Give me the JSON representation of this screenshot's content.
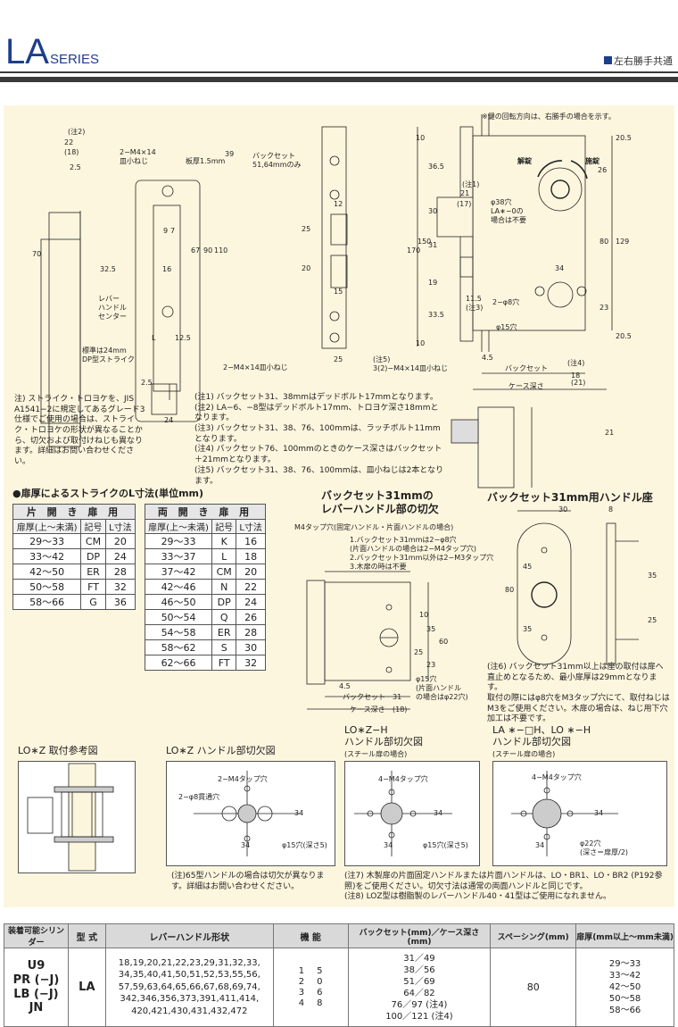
{
  "header": {
    "series_main": "LA",
    "series_suffix": "SERIES",
    "right_label": "左右勝手共通"
  },
  "top_note": "※鍵の回転方向は、右勝手の場合を示す。",
  "drawing_labels": {
    "screw": "2−M4×14\n皿小ねじ",
    "plate": "板厚1.5mm",
    "lever_center": "レバー\nハンドル\nセンター",
    "strike_std": "標準は24mm\nDP型ストライク",
    "backset_note": "バックセット\n51,64mmのみ",
    "bottom_screw": "2−M4×14皿小ねじ",
    "note5_screw": "(注5)\n3(2)−M4×14皿小ねじ",
    "unlock": "解錠",
    "lock": "施錠",
    "cyl_hole": "φ38穴\nLA∗−0の\n場合は不要",
    "hole8": "2−φ8穴",
    "hole15": "φ15穴",
    "backset": "バックセット",
    "case_depth": "ケース深さ",
    "note1_ref": "(注1)",
    "note3_ref": "(注3)",
    "note4_ref": "(注4)"
  },
  "dims_left": [
    "(注2)",
    "22",
    "(18)",
    "2.5",
    "70",
    "32.5",
    "L",
    "12.5",
    "2.5",
    "24"
  ],
  "dims_mid": [
    "9",
    "7",
    "67",
    "90",
    "110",
    "16",
    "39",
    "12",
    "25",
    "20",
    "15",
    "25"
  ],
  "dims_right": [
    "10",
    "36.5",
    "30",
    "170",
    "150",
    "31",
    "19",
    "33.5",
    "10",
    "20.5",
    "26",
    "21",
    "(17)",
    "80",
    "129",
    "34",
    "23",
    "11.5",
    "20.5",
    "4.5",
    "18",
    "(21)",
    "21"
  ],
  "strike_note": "注) ストライク・トロヨケを、JIS A1541−2に規定してあるグレード3仕様でご使用の場合は、ストライク・トロヨケの形状が異なることから、切欠および取付けねじも異なります。詳細はお問い合わせください。",
  "notes": [
    "(注1) バックセット31、38mmはデッドボルト17mmとなります。",
    "(注2) LA−6、−8型はデッドボルト17mm、トロヨケ深さ18mmとなります。",
    "(注3) バックセット31、38、76、100mmは、ラッチボルト11mmとなります。",
    "(注4) バックセット76、100mmのときのケース深さはバックセット＋21mmとなります。",
    "(注5) バックセット31、38、76、100mmは、皿小ねじは2本となります。"
  ],
  "strike_section_title": "●扉厚によるストライクのL寸法(単位mm)",
  "strike_tables": [
    {
      "title": "片 開 き 扉 用",
      "headers": [
        "扉厚(上〜未満)",
        "記号",
        "L寸法"
      ],
      "rows": [
        [
          "29〜33",
          "CM",
          "20"
        ],
        [
          "33〜42",
          "DP",
          "24"
        ],
        [
          "42〜50",
          "ER",
          "28"
        ],
        [
          "50〜58",
          "FT",
          "32"
        ],
        [
          "58〜66",
          "G",
          "36"
        ]
      ]
    },
    {
      "title": "両 開 き 扉 用",
      "headers": [
        "扉厚(上〜未満)",
        "記号",
        "L寸法"
      ],
      "rows": [
        [
          "29〜33",
          "K",
          "16"
        ],
        [
          "33〜37",
          "L",
          "18"
        ],
        [
          "37〜42",
          "CM",
          "20"
        ],
        [
          "42〜46",
          "N",
          "22"
        ],
        [
          "46〜50",
          "DP",
          "24"
        ],
        [
          "50〜54",
          "Q",
          "26"
        ],
        [
          "54〜58",
          "ER",
          "28"
        ],
        [
          "58〜62",
          "S",
          "30"
        ],
        [
          "62〜66",
          "FT",
          "32"
        ]
      ]
    }
  ],
  "bs31_cut": {
    "title": "バックセット31mmの\nレバーハンドル部の切欠",
    "tap_note": "M4タップ穴(固定ハンドル・片面ハンドルの場合)",
    "list": "1.バックセット31mmは2−φ8穴\n(片面ハンドルの場合は2−M4タップ穴)\n2.バックセット31mm以外は2−M3タップ穴\n3.木扉の時は不要",
    "dims": [
      "10",
      "35",
      "60",
      "25",
      "23",
      "4.5",
      "31",
      "(18)"
    ],
    "hole": "φ15穴\n(片面ハンドル\nの場合はφ22穴)",
    "backset": "バックセット",
    "case": "ケース深さ"
  },
  "bs31_handle": {
    "title": "バックセット31mm用ハンドル座",
    "dims": [
      "30",
      "8",
      "80",
      "45",
      "35",
      "35",
      "25"
    ],
    "note6": "(注6) バックセット31mm以上は座の取付は扉へ直止めとなるため、最小扉厚は29mmとなります。\n取付の際にはφ8穴をM3タップ穴にて、取付ねじはM3をご使用ください。木扉の場合は、ねじ用下穴加工は不要です。"
  },
  "cutouts": [
    {
      "title": "LO∗Z 取付参考図",
      "sub": ""
    },
    {
      "title": "LO∗Z ハンドル部切欠図",
      "sub": "",
      "labels": [
        "2−M4タップ穴",
        "2−φ8貫通穴",
        "34",
        "34",
        "φ15穴(深さ5)"
      ]
    },
    {
      "title": "LO∗Z−H\nハンドル部切欠図",
      "sub": "(スチール扉の場合)",
      "labels": [
        "4−M4タップ穴",
        "34",
        "34",
        "φ15穴(深さ5)"
      ]
    },
    {
      "title": "LA ∗−□H、LO ∗−H\nハンドル部切欠図",
      "sub": "(スチール扉の場合)",
      "labels": [
        "4−M4タップ穴",
        "34",
        "34",
        "φ22穴\n(深さ＝扉厚/2)"
      ]
    }
  ],
  "cut_note_left": "(注)65型ハンドルの場合は切欠が異なります。詳細はお問い合わせください。",
  "cut_notes_right": [
    "(注7) 木製扉の片面固定ハンドルまたは片面ハンドルは、LO・BR1、LO・BR2 (P192参照)をご使用ください。切欠寸法は通常の両面ハンドルと同じです。",
    "(注8) LOZ型は樹脂製のレバーハンドル40・41型はご使用になれません。"
  ],
  "spec_table": {
    "headers": [
      "装着可能シリンダー",
      "型 式",
      "レバーハンドル形状",
      "機 能",
      "バックセット(mm)／ケース深さ(mm)",
      "スペーシング(mm)",
      "扉厚(mm以上〜mm未満)"
    ],
    "cylinders": [
      "U9",
      "PR (−J)",
      "LB (−J)",
      "JN"
    ],
    "model": "LA",
    "levers": [
      "18,19,20,21,22,23,29,31,32,33,",
      "34,35,40,41,50,51,52,53,55,56,",
      "57,59,63,64,65,66,67,68,69,74,",
      "342,346,356,373,391,411,414,",
      "420,421,430,431,432,472"
    ],
    "functions_a": [
      "1",
      "2",
      "3",
      "4"
    ],
    "functions_b": [
      "5",
      "0",
      "6",
      "8"
    ],
    "backsets": [
      "31／49",
      "38／56",
      "51／69",
      "64／82",
      "76／97 (注4)",
      "100／121 (注4)"
    ],
    "spacing": "80",
    "thickness": [
      "29〜33",
      "33〜42",
      "42〜50",
      "50〜58",
      "58〜66"
    ]
  }
}
